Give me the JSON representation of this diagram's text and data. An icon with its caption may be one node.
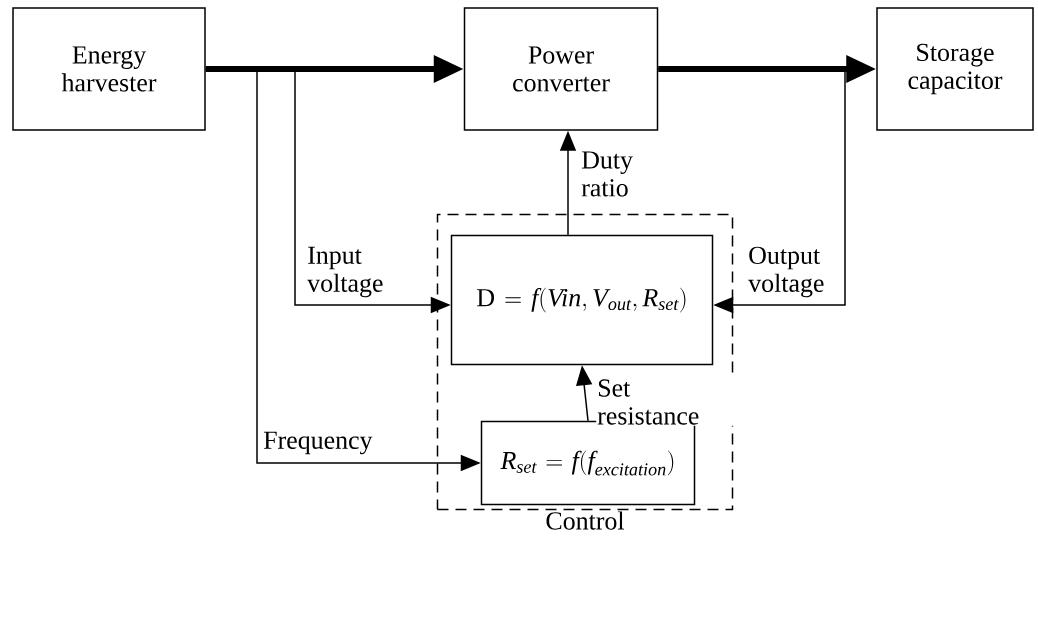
{
  "diagram": {
    "nodes": [
      {
        "text": [
          "Energy harvester"
        ]
      },
      {
        "text": [
          "Power converter"
        ]
      },
      {
        "text": [
          "Storage capacitor"
        ]
      },
      {
        "text": [
          "Control"
        ]
      },
      {
        "text": [
          "\\mathrm{D}=\\textit{f}(\\textit{Vin},\\textit{V}_{\\textit{out}},\\textit{R}_{\\textit{set}})"
        ],
        "in": 3
      },
      {
        "text": [
          "\\textit{R}_{\\textit{set}}=\\textit{f}(\\textit{f}_{\\textit{excitation}})"
        ],
        "in": 3
      }
    ],
    "edges": [
      {
        "from": 0,
        "to": 1,
        "arrow": "to",
        "style": "thick"
      },
      {
        "from": 1,
        "to": 2,
        "arrow": "to",
        "style": "thick"
      },
      {
        "from": 0,
        "to": 4,
        "arrow": "to",
        "label": "Input voltage"
      },
      {
        "from": 1,
        "to": 4,
        "arrow": "to",
        "label": "Output voltage"
      },
      {
        "from": 0,
        "to": 5,
        "arrow": "to",
        "label": "Frequency"
      },
      {
        "from": 4,
        "to": 1,
        "arrow": "to",
        "label": "Duty ratio"
      },
      {
        "from": 5,
        "to": 4,
        "arrow": "to",
        "label": "Set resistance"
      }
    ]
  }
}
